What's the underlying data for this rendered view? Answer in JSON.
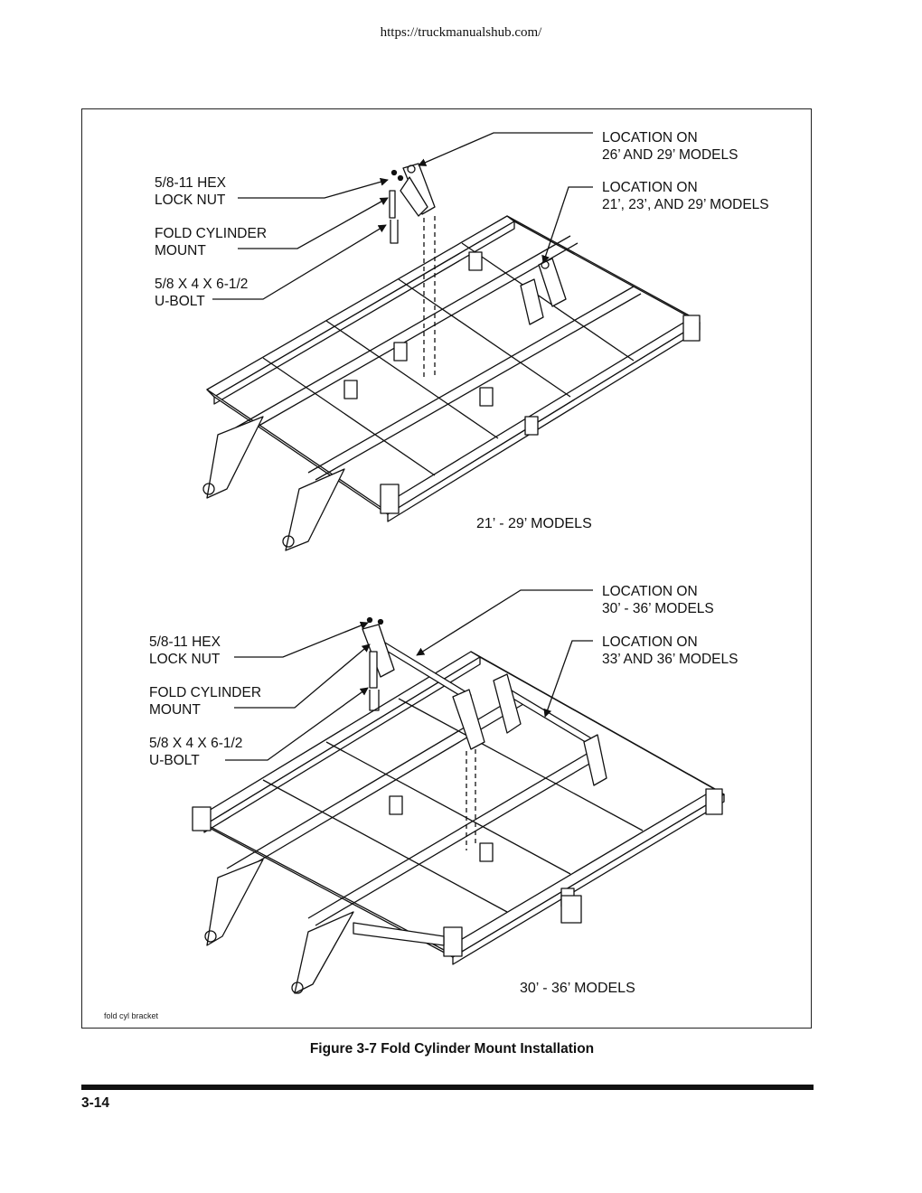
{
  "header": {
    "url": "https://truckmanualshub.com/"
  },
  "figure": {
    "top": {
      "callout_location_a": [
        "LOCATION ON",
        "26’ AND 29’ MODELS"
      ],
      "callout_location_b": [
        "LOCATION ON",
        "21’, 23’, AND 29’ MODELS"
      ],
      "callout_nut": [
        "5/8-11 HEX",
        "LOCK NUT"
      ],
      "callout_mount": [
        "FOLD CYLINDER",
        "MOUNT"
      ],
      "callout_ubolt": [
        "5/8 X 4 X 6-1/2",
        "U-BOLT"
      ],
      "models": "21’ - 29’ MODELS"
    },
    "bottom": {
      "callout_location_a": [
        "LOCATION ON",
        "30’ - 36’ MODELS"
      ],
      "callout_location_b": [
        "LOCATION ON",
        "33’ AND 36’ MODELS"
      ],
      "callout_nut": [
        "5/8-11 HEX",
        "LOCK NUT"
      ],
      "callout_mount": [
        "FOLD CYLINDER",
        "MOUNT"
      ],
      "callout_ubolt": [
        "5/8 X 4 X 6-1/2",
        "U-BOLT"
      ],
      "models": "30’ - 36’ MODELS"
    },
    "file_label": "fold cyl bracket"
  },
  "caption": "Figure 3-7 Fold Cylinder Mount Installation",
  "footer": {
    "page_number": "3-14"
  }
}
